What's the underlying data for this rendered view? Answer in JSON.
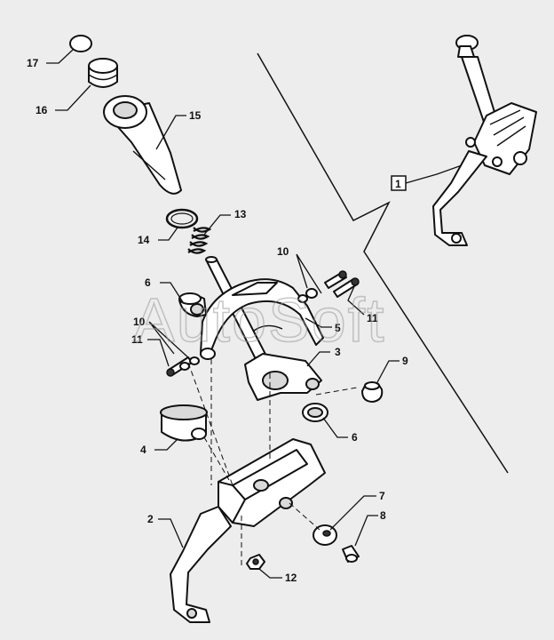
{
  "watermark": "AutoSoft",
  "ref_box_label": "1",
  "callouts": {
    "c17": "17",
    "c16": "16",
    "c15": "15",
    "c14": "14",
    "c13": "13",
    "c10a": "10",
    "c10b": "10",
    "c11a": "11",
    "c11b": "11",
    "c6a": "6",
    "c6b": "6",
    "c5": "5",
    "c3": "3",
    "c9": "9",
    "c4": "4",
    "c2": "2",
    "c7": "7",
    "c8": "8",
    "c12": "12"
  }
}
